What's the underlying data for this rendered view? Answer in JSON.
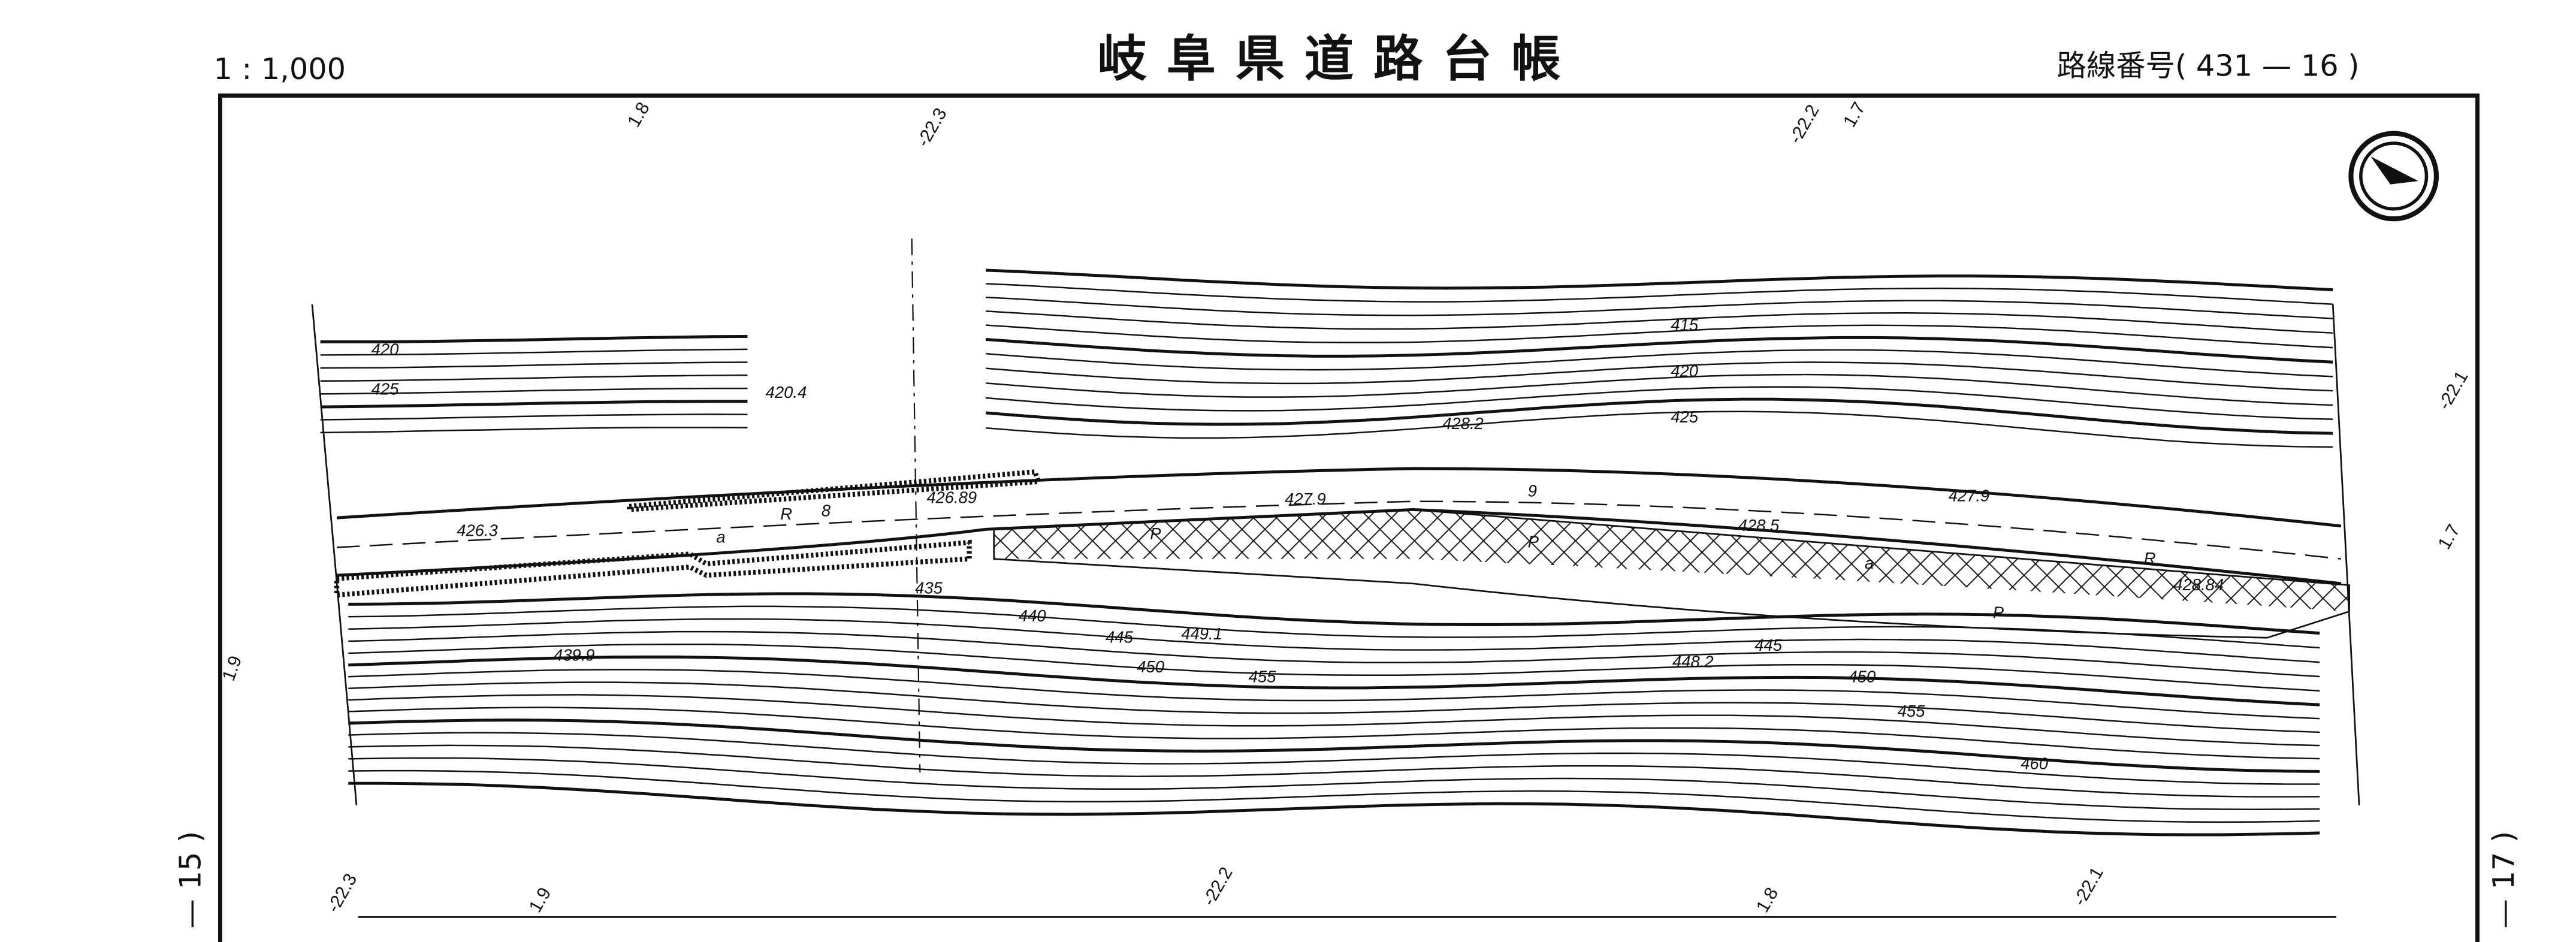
{
  "header": {
    "scale": "1 : 1,000",
    "title": "岐阜県道路台帳",
    "route_number": "路線番号( 431 — 16 )"
  },
  "side_pages": {
    "left": "— 15 )",
    "right": "— 17 )"
  },
  "top_ticks": [
    "1.8",
    "-22.3",
    "-22.2",
    "1.7"
  ],
  "right_ticks": [
    "-22.1",
    "1.7"
  ],
  "left_ticks": [
    "1.9"
  ],
  "bottom_ticks": [
    "-22.3",
    "1.9",
    "-22.2",
    "1.8",
    "-22.1"
  ],
  "contour_labels": [
    "420",
    "425",
    "420.4",
    "415",
    "420",
    "425",
    "435",
    "440",
    "445",
    "450",
    "455",
    "445",
    "450",
    "455",
    "460"
  ],
  "spot_heights": [
    "428.2",
    "426.89",
    "427.9",
    "427.9",
    "426.3",
    "428.5",
    "428.84",
    "449.1",
    "448.2",
    "439.9"
  ],
  "road_symbols": [
    "R",
    "8",
    "a",
    "P",
    "P",
    "P",
    "a",
    "R",
    "9"
  ]
}
